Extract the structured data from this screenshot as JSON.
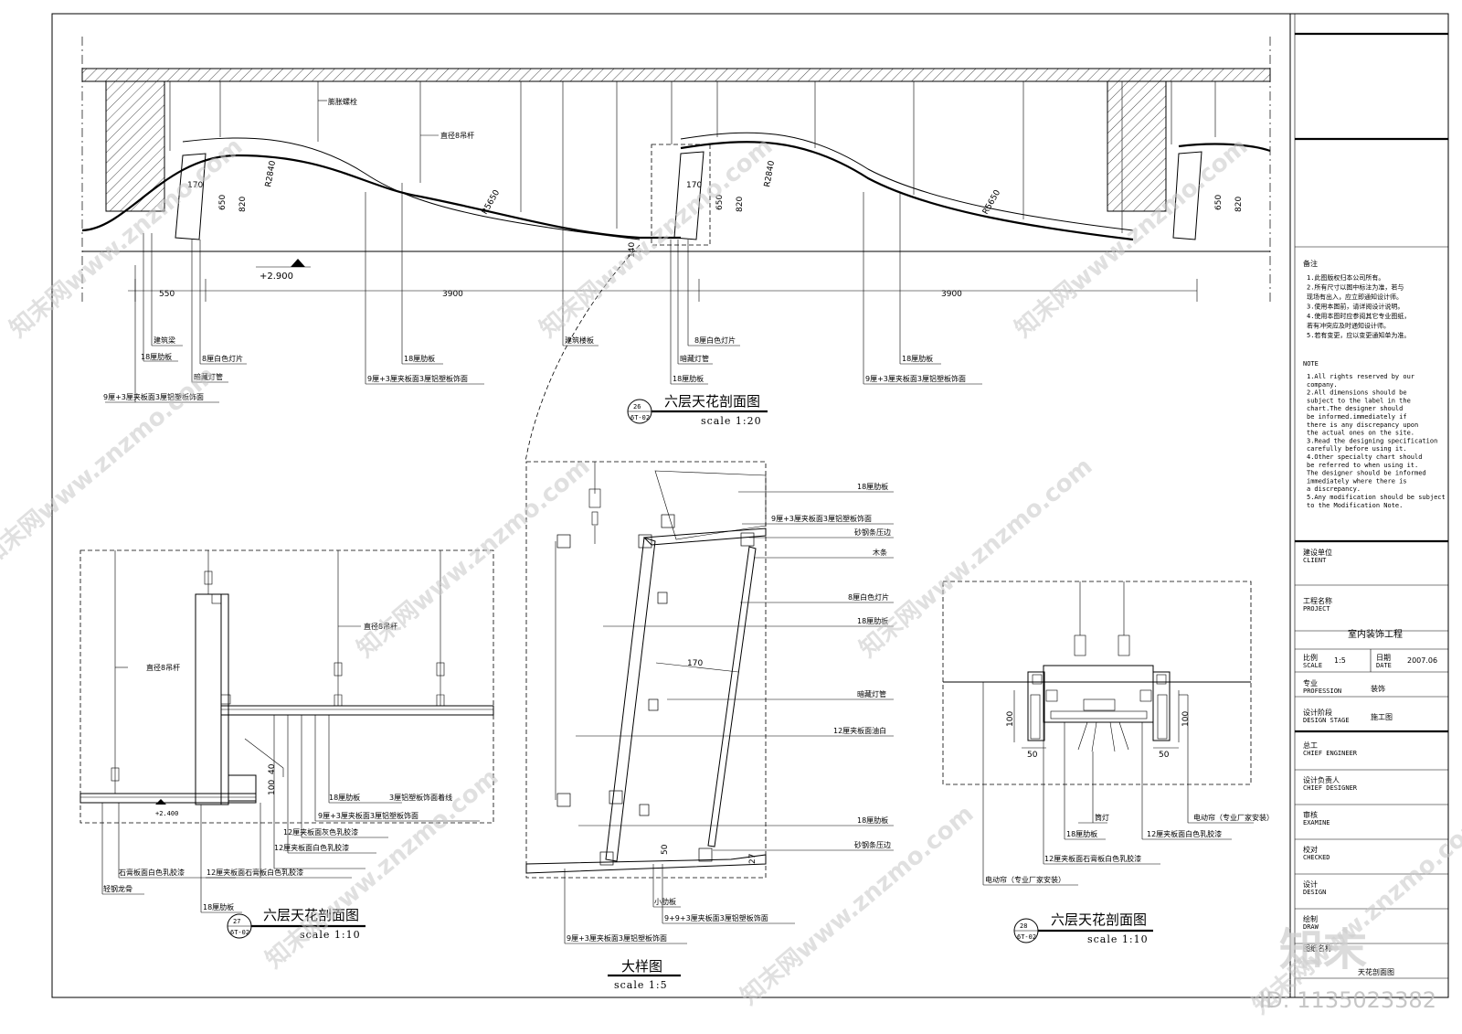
{
  "sheet": {
    "notes_title": "备注",
    "notes_cn": [
      "1.此图版权归本公司所有。",
      "2.所有尺寸以图中标注为准，若与",
      "  现场有出入，应立即通知设计师。",
      "3.使用本图前，请详阅设计说明。",
      "4.使用本图时应参阅其它专业图纸，",
      "  若有冲突应及时通知设计师。",
      "5.若有变更，应以变更通知单为准。"
    ],
    "notes_en_title": "NOTE",
    "notes_en": [
      "1.All rights reserved by our",
      "  company.",
      "2.All dimensions should be",
      "  subject to the label in the",
      "  chart.The designer  should",
      "  be informed.immediately if",
      "  there is any discrepancy upon",
      "  the actual ones on the site.",
      "3.Read the designing specification",
      "  carefully before using it.",
      "4.Other specialty chart should",
      "  be referred to when using  it.",
      "  The designer  should  be informed",
      "  immediately where there is",
      "  a discrepancy.",
      "5.Any modification should be subject",
      "  to the Modification Note."
    ],
    "client_cn": "建设单位",
    "client_en": "CLIENT",
    "project_cn": "工程名称",
    "project_en": "PROJECT",
    "project_value": "室内装饰工程",
    "scale_cn": "比例",
    "scale_en": "SCALE",
    "scale_value": "1:5",
    "date_cn": "日期",
    "date_en": "DATE",
    "date_value": "2007.06",
    "profession_cn": "专业",
    "profession_en": "PROFESSION",
    "profession_value": "装饰",
    "stage_cn": "设计阶段",
    "stage_en": "DESIGN STAGE",
    "stage_value": "施工图",
    "chief_eng_cn": "总工",
    "chief_eng_en": "CHIEF ENGINEER",
    "chief_designer_cn": "设计负责人",
    "chief_designer_en": "CHIEF DESIGNER",
    "examine_cn": "审核",
    "examine_en": "EXAMINE",
    "checked_cn": "校对",
    "checked_en": "CHECKED",
    "design_cn": "设计",
    "design_en": "DESIGN",
    "draw_cn": "绘制",
    "draw_en": "DRAW",
    "drawing_name_cn": "图纸名称",
    "drawing_name_value": "天花剖面图"
  },
  "section26": {
    "title": "六层天花剖面图",
    "num": "26",
    "ref": "6T-02",
    "scale": "scale  1:20",
    "level": "+2.900",
    "dims": {
      "d550": "550",
      "d3900a": "3900",
      "d3900b": "3900",
      "d650": "650",
      "d820": "820",
      "d170": "170",
      "r2840": "R2840",
      "r5650": "R5650",
      "d140": "140"
    },
    "labels": {
      "bolt": "膨胀螺栓",
      "rod": "直径8吊杆",
      "beam": "建筑梁",
      "slab": "建筑楼板",
      "rib18": "18厘肋板",
      "light_plate": "8厘白色灯片",
      "hidden_tube": "暗藏灯管",
      "finish": "9厘+3厘夹板面3厘铝塑板饰面"
    }
  },
  "section27": {
    "title": "六层天花剖面图",
    "num": "27",
    "ref": "6T-02",
    "scale": "scale  1:10",
    "level": "+2.400",
    "labels": {
      "rod_a": "直径8吊杆",
      "rod_b": "直径8吊杆",
      "rib18": "18厘肋板",
      "line": "3厘铝塑板饰面着线",
      "finish": "9厘+3厘夹板面3厘铝塑板饰面",
      "grey_paint": "12厘夹板面灰色乳胶漆",
      "white_paint": "12厘夹板面白色乳胶漆",
      "gypsum_paint": "12厘夹板面石膏板白色乳胶漆",
      "gypsum_white": "石膏板面白色乳胶漆",
      "keel": "轻钢龙骨",
      "rib18b": "18厘肋板"
    },
    "dims": {
      "d100": "100",
      "d40": "40"
    }
  },
  "detail": {
    "title": "大样图",
    "scale": "scale  1:5",
    "labels": {
      "rib18a": "18厘肋板",
      "finish": "9厘+3厘夹板面3厘铝塑板饰面",
      "strip_a": "砂钢条压边",
      "wood": "木条",
      "light_plate": "8厘白色灯片",
      "rib18b": "18厘肋板",
      "hidden_tube": "暗藏灯管",
      "oil_white": "12厘夹板面油白",
      "rib18c": "18厘肋板",
      "strip_b": "砂钢条压边",
      "small_rib": "小肋板",
      "finish2": "9+9+3厘夹板面3厘铝塑板饰面",
      "finish3": "9厘+3厘夹板面3厘铝塑板饰面"
    },
    "dims": {
      "d170": "170",
      "d50": "50",
      "d27": "27"
    }
  },
  "section28": {
    "title": "六层天花剖面图",
    "num": "28",
    "ref": "6T-02",
    "scale": "scale  1:10",
    "labels": {
      "curtain_a": "电动帘（专业厂家安装）",
      "curtain_b": "电动帘（专业厂家安装）",
      "downlight": "筒灯",
      "rib18": "18厘肋板",
      "white_paint": "12厘夹板面白色乳胶漆",
      "gypsum_paint": "12厘夹板面石膏板白色乳胶漆"
    },
    "dims": {
      "d100a": "100",
      "d100b": "100",
      "d50a": "50",
      "d50b": "50"
    }
  },
  "watermark": {
    "text": "知末网www.znzmo.com",
    "logo": "知末",
    "id": "ID: 1135023382"
  }
}
